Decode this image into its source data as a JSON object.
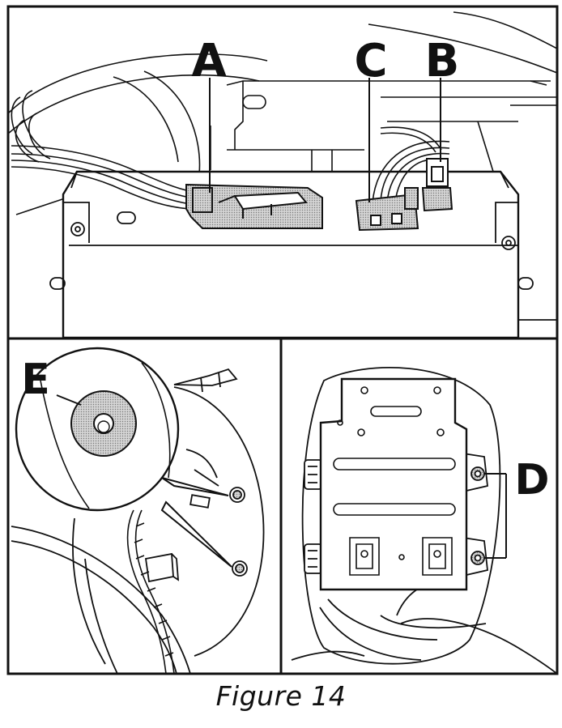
{
  "callouts": {
    "a": "A",
    "b": "B",
    "c": "C",
    "d": "D",
    "e": "E"
  },
  "caption": "Figure 14",
  "colors": {
    "line": "#111111",
    "shade": "#c9c9c9",
    "background": "#ffffff"
  }
}
